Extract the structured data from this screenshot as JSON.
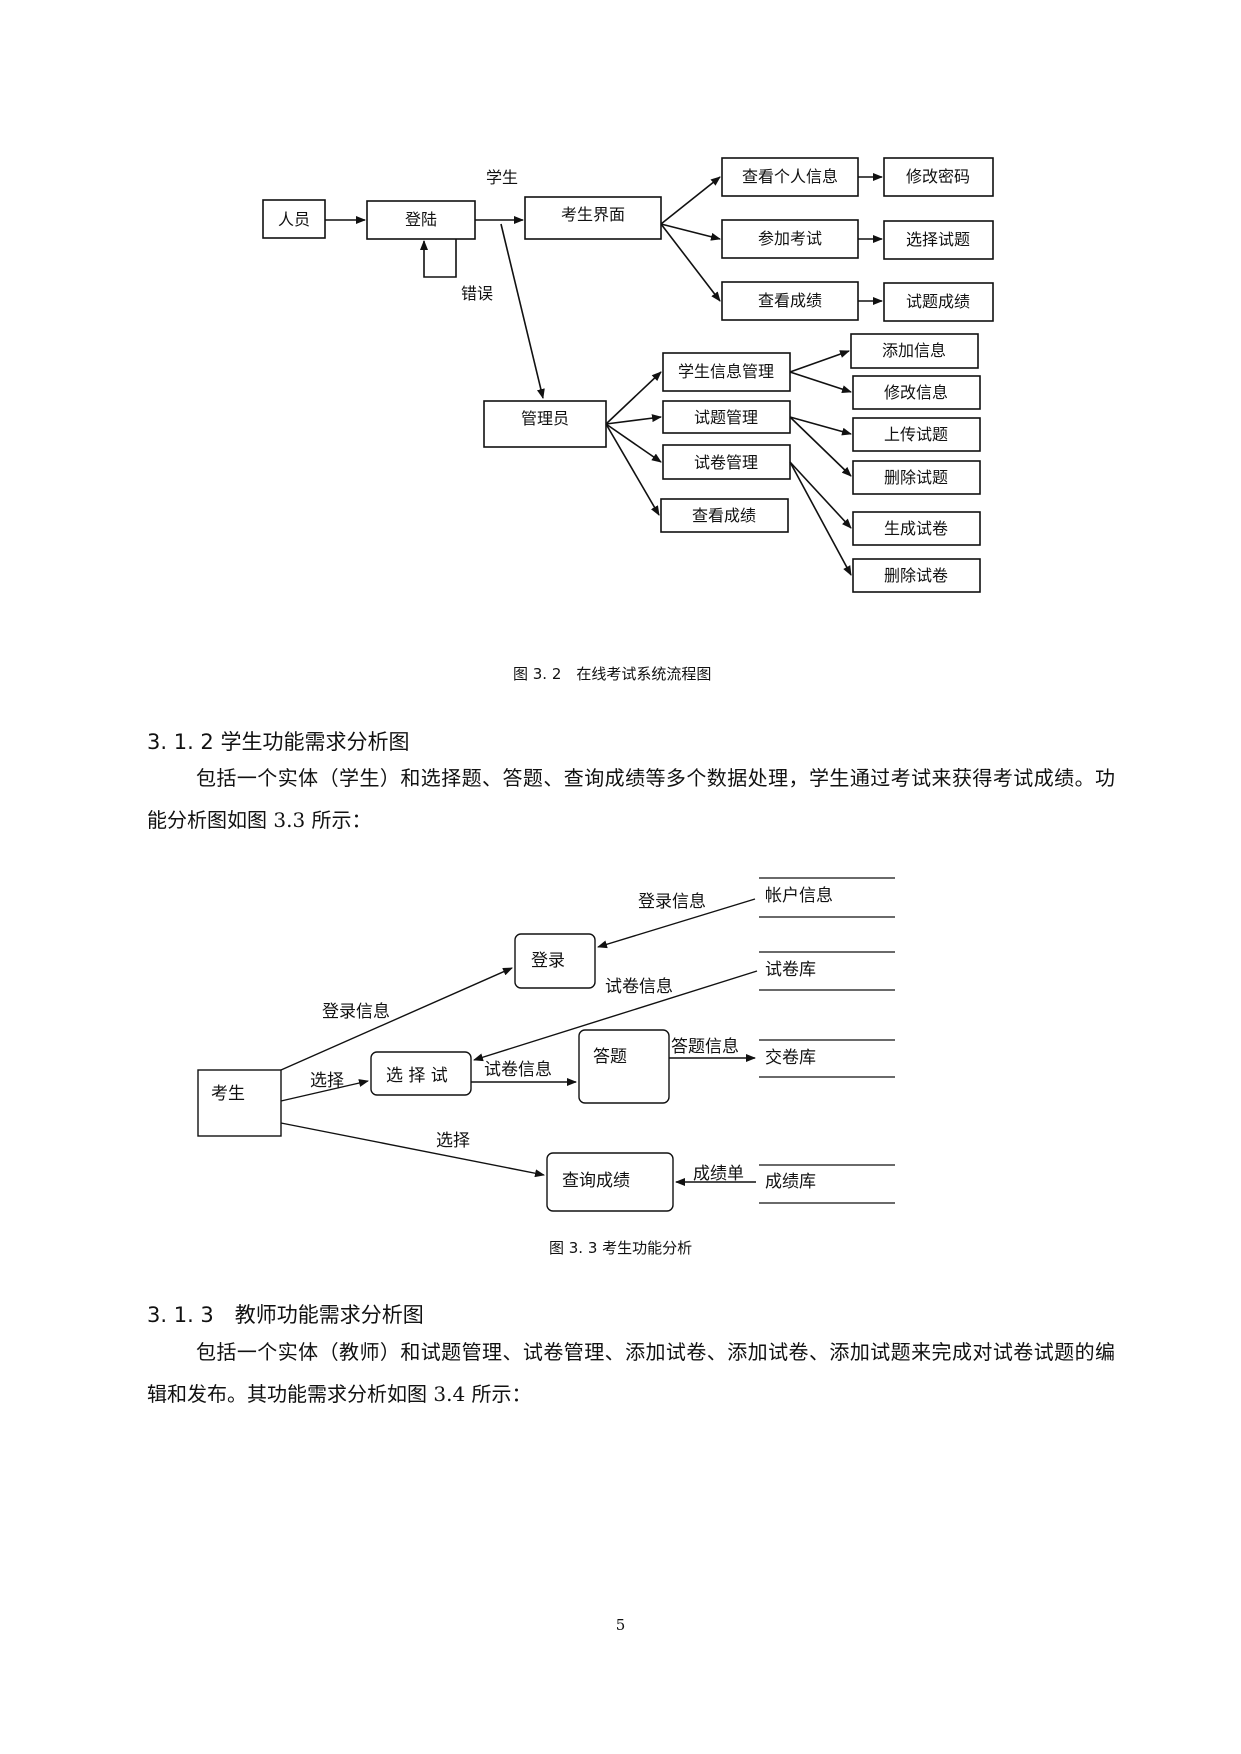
{
  "figure_3_2": {
    "nodes": {
      "person": "人员",
      "login": "登陆",
      "student_ui": "考生界面",
      "view_info": "查看个人信息",
      "change_pwd": "修改密码",
      "take_exam": "参加考试",
      "select_questions": "选择试题",
      "view_scores": "查看成绩",
      "question_scores": "试题成绩",
      "admin": "管理员",
      "student_info_mgmt": "学生信息管理",
      "add_info": "添加信息",
      "modify_info": "修改信息",
      "question_mgmt": "试题管理",
      "upload_question": "上传试题",
      "delete_question": "删除试题",
      "paper_mgmt": "试卷管理",
      "generate_paper": "生成试卷",
      "delete_paper": "删除试卷",
      "admin_view_scores": "查看成绩"
    },
    "labels": {
      "student": "学生",
      "error": "错误"
    },
    "caption": "图 3. 2　在线考试系统流程图"
  },
  "section_312": {
    "heading": "3. 1. 2 学生功能需求分析图",
    "paragraph": "包括一个实体（学生）和选择题、答题、查询成绩等多个数据处理，学生通过考试来获得考试成绩。功能分析图如图 3.3 所示："
  },
  "figure_3_3": {
    "nodes": {
      "examinee": "考生",
      "login": "登录",
      "select_exam": "选 择 试",
      "answer": "答题",
      "query_scores": "查询成绩"
    },
    "stores": {
      "account_info": "帐户信息",
      "paper_bank": "试卷库",
      "submission_bank": "交卷库",
      "score_bank": "成绩库"
    },
    "flows": {
      "login_info_from_store": "登录信息",
      "login_info_from_examinee": "登录信息",
      "paper_info_from_store": "试卷信息",
      "select_1": "选择",
      "paper_info_to_answer": "试卷信息",
      "answer_info": "答题信息",
      "select_2": "选择",
      "score_sheet": "成绩单"
    },
    "caption": "图 3. 3 考生功能分析"
  },
  "section_313": {
    "heading": "3. 1. 3　教师功能需求分析图",
    "paragraph": "包括一个实体（教师）和试题管理、试卷管理、添加试卷、添加试卷、添加试题来完成对试卷试题的编辑和发布。其功能需求分析如图 3.4 所示："
  },
  "page_number": "5"
}
